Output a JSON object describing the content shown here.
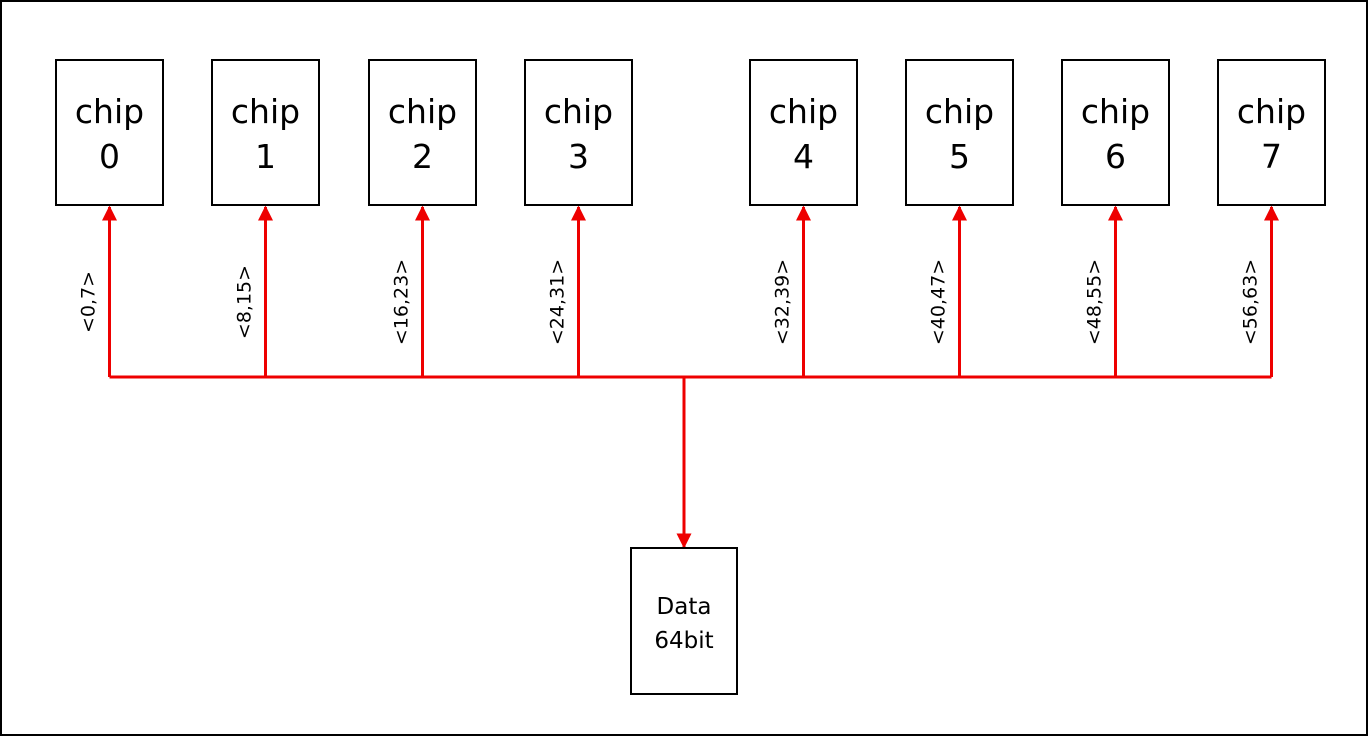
{
  "colors": {
    "bus": "#ee0000",
    "box_stroke": "#000000",
    "background": "#ffffff"
  },
  "chips": [
    {
      "line1": "chip",
      "line2": "0",
      "bits": "<0,7>"
    },
    {
      "line1": "chip",
      "line2": "1",
      "bits": "<8,15>"
    },
    {
      "line1": "chip",
      "line2": "2",
      "bits": "<16,23>"
    },
    {
      "line1": "chip",
      "line2": "3",
      "bits": "<24,31>"
    },
    {
      "line1": "chip",
      "line2": "4",
      "bits": "<32,39>"
    },
    {
      "line1": "chip",
      "line2": "5",
      "bits": "<40,47>"
    },
    {
      "line1": "chip",
      "line2": "6",
      "bits": "<48,55>"
    },
    {
      "line1": "chip",
      "line2": "7",
      "bits": "<56,63>"
    }
  ],
  "data_block": {
    "line1": "Data",
    "line2": "64bit"
  }
}
